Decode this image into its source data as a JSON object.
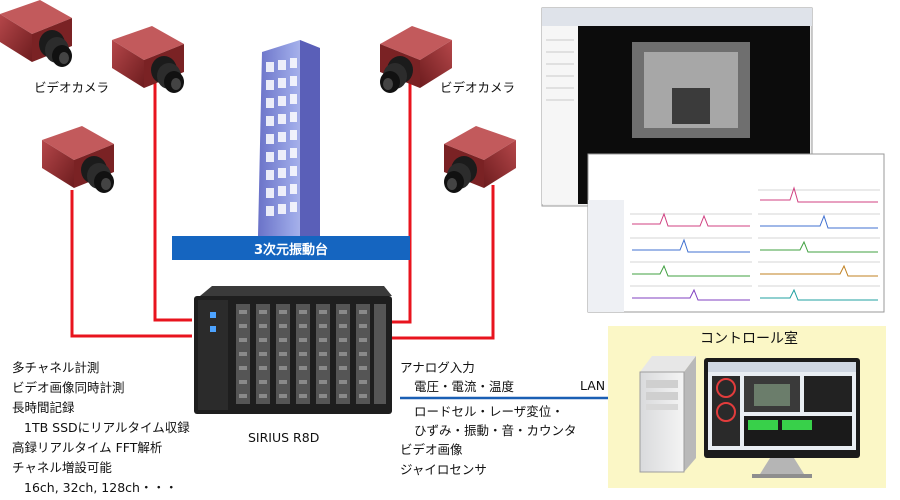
{
  "labels": {
    "camera_top_left": "ビデオカメラ",
    "camera_top_right": "ビデオカメラ",
    "shaking_table": "3次元振動台",
    "device": "SIRIUS R8D",
    "lan": "LAN",
    "control_room": "コントロール室"
  },
  "features": [
    "多チャネル計測",
    "ビデオ画像同時計測",
    "長時間記録",
    "1TB SSDにリアルタイム収録",
    "高録リアルタイム FFT解析",
    "チャネル増設可能",
    "16ch, 32ch, 128ch・・・"
  ],
  "inputs": [
    "アナログ入力",
    "電圧・電流・温度",
    "ロードセル・レーザ変位・",
    "ひずみ・振動・音・カウンタ",
    "ビデオ画像",
    "ジャイロセンサ"
  ],
  "colors": {
    "cable": "#e8141e",
    "lan": "#1a5fb4",
    "table_bar": "#1565c0",
    "control_room_bg": "#fbf7c6",
    "camera_body": "#8e2a2c"
  },
  "icons": {
    "camera": "video-camera-icon",
    "building": "building-icon",
    "daq": "data-acquisition-unit-icon",
    "pc": "desktop-pc-icon",
    "monitor": "monitor-icon"
  }
}
